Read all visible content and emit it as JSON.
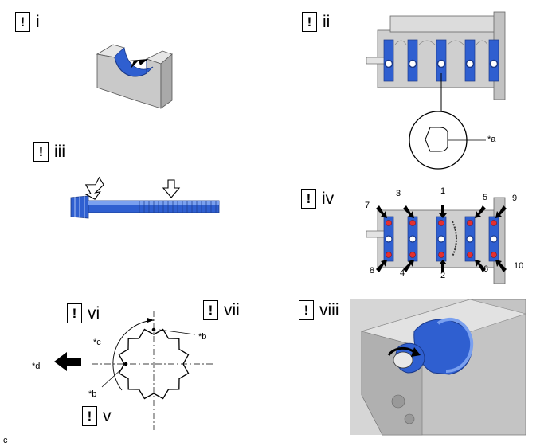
{
  "steps": [
    {
      "mark": "!",
      "label": "i"
    },
    {
      "mark": "!",
      "label": "ii"
    },
    {
      "mark": "!",
      "label": "iii"
    },
    {
      "mark": "!",
      "label": "iv"
    },
    {
      "mark": "!",
      "label": "vi"
    },
    {
      "mark": "!",
      "label": "vii"
    },
    {
      "mark": "!",
      "label": "viii"
    },
    {
      "mark": "!",
      "label": "v"
    }
  ],
  "callouts": {
    "a": "*a",
    "b": "*b",
    "c": "*c",
    "d": "*d"
  },
  "bolt_order": [
    "1",
    "2",
    "3",
    "4",
    "5",
    "6",
    "7",
    "8",
    "9",
    "10"
  ],
  "footer_code": "c",
  "colors": {
    "part_blue": "#2f5fd0",
    "bolt_red": "#e53030",
    "block_gray": "#bdbdbd"
  }
}
